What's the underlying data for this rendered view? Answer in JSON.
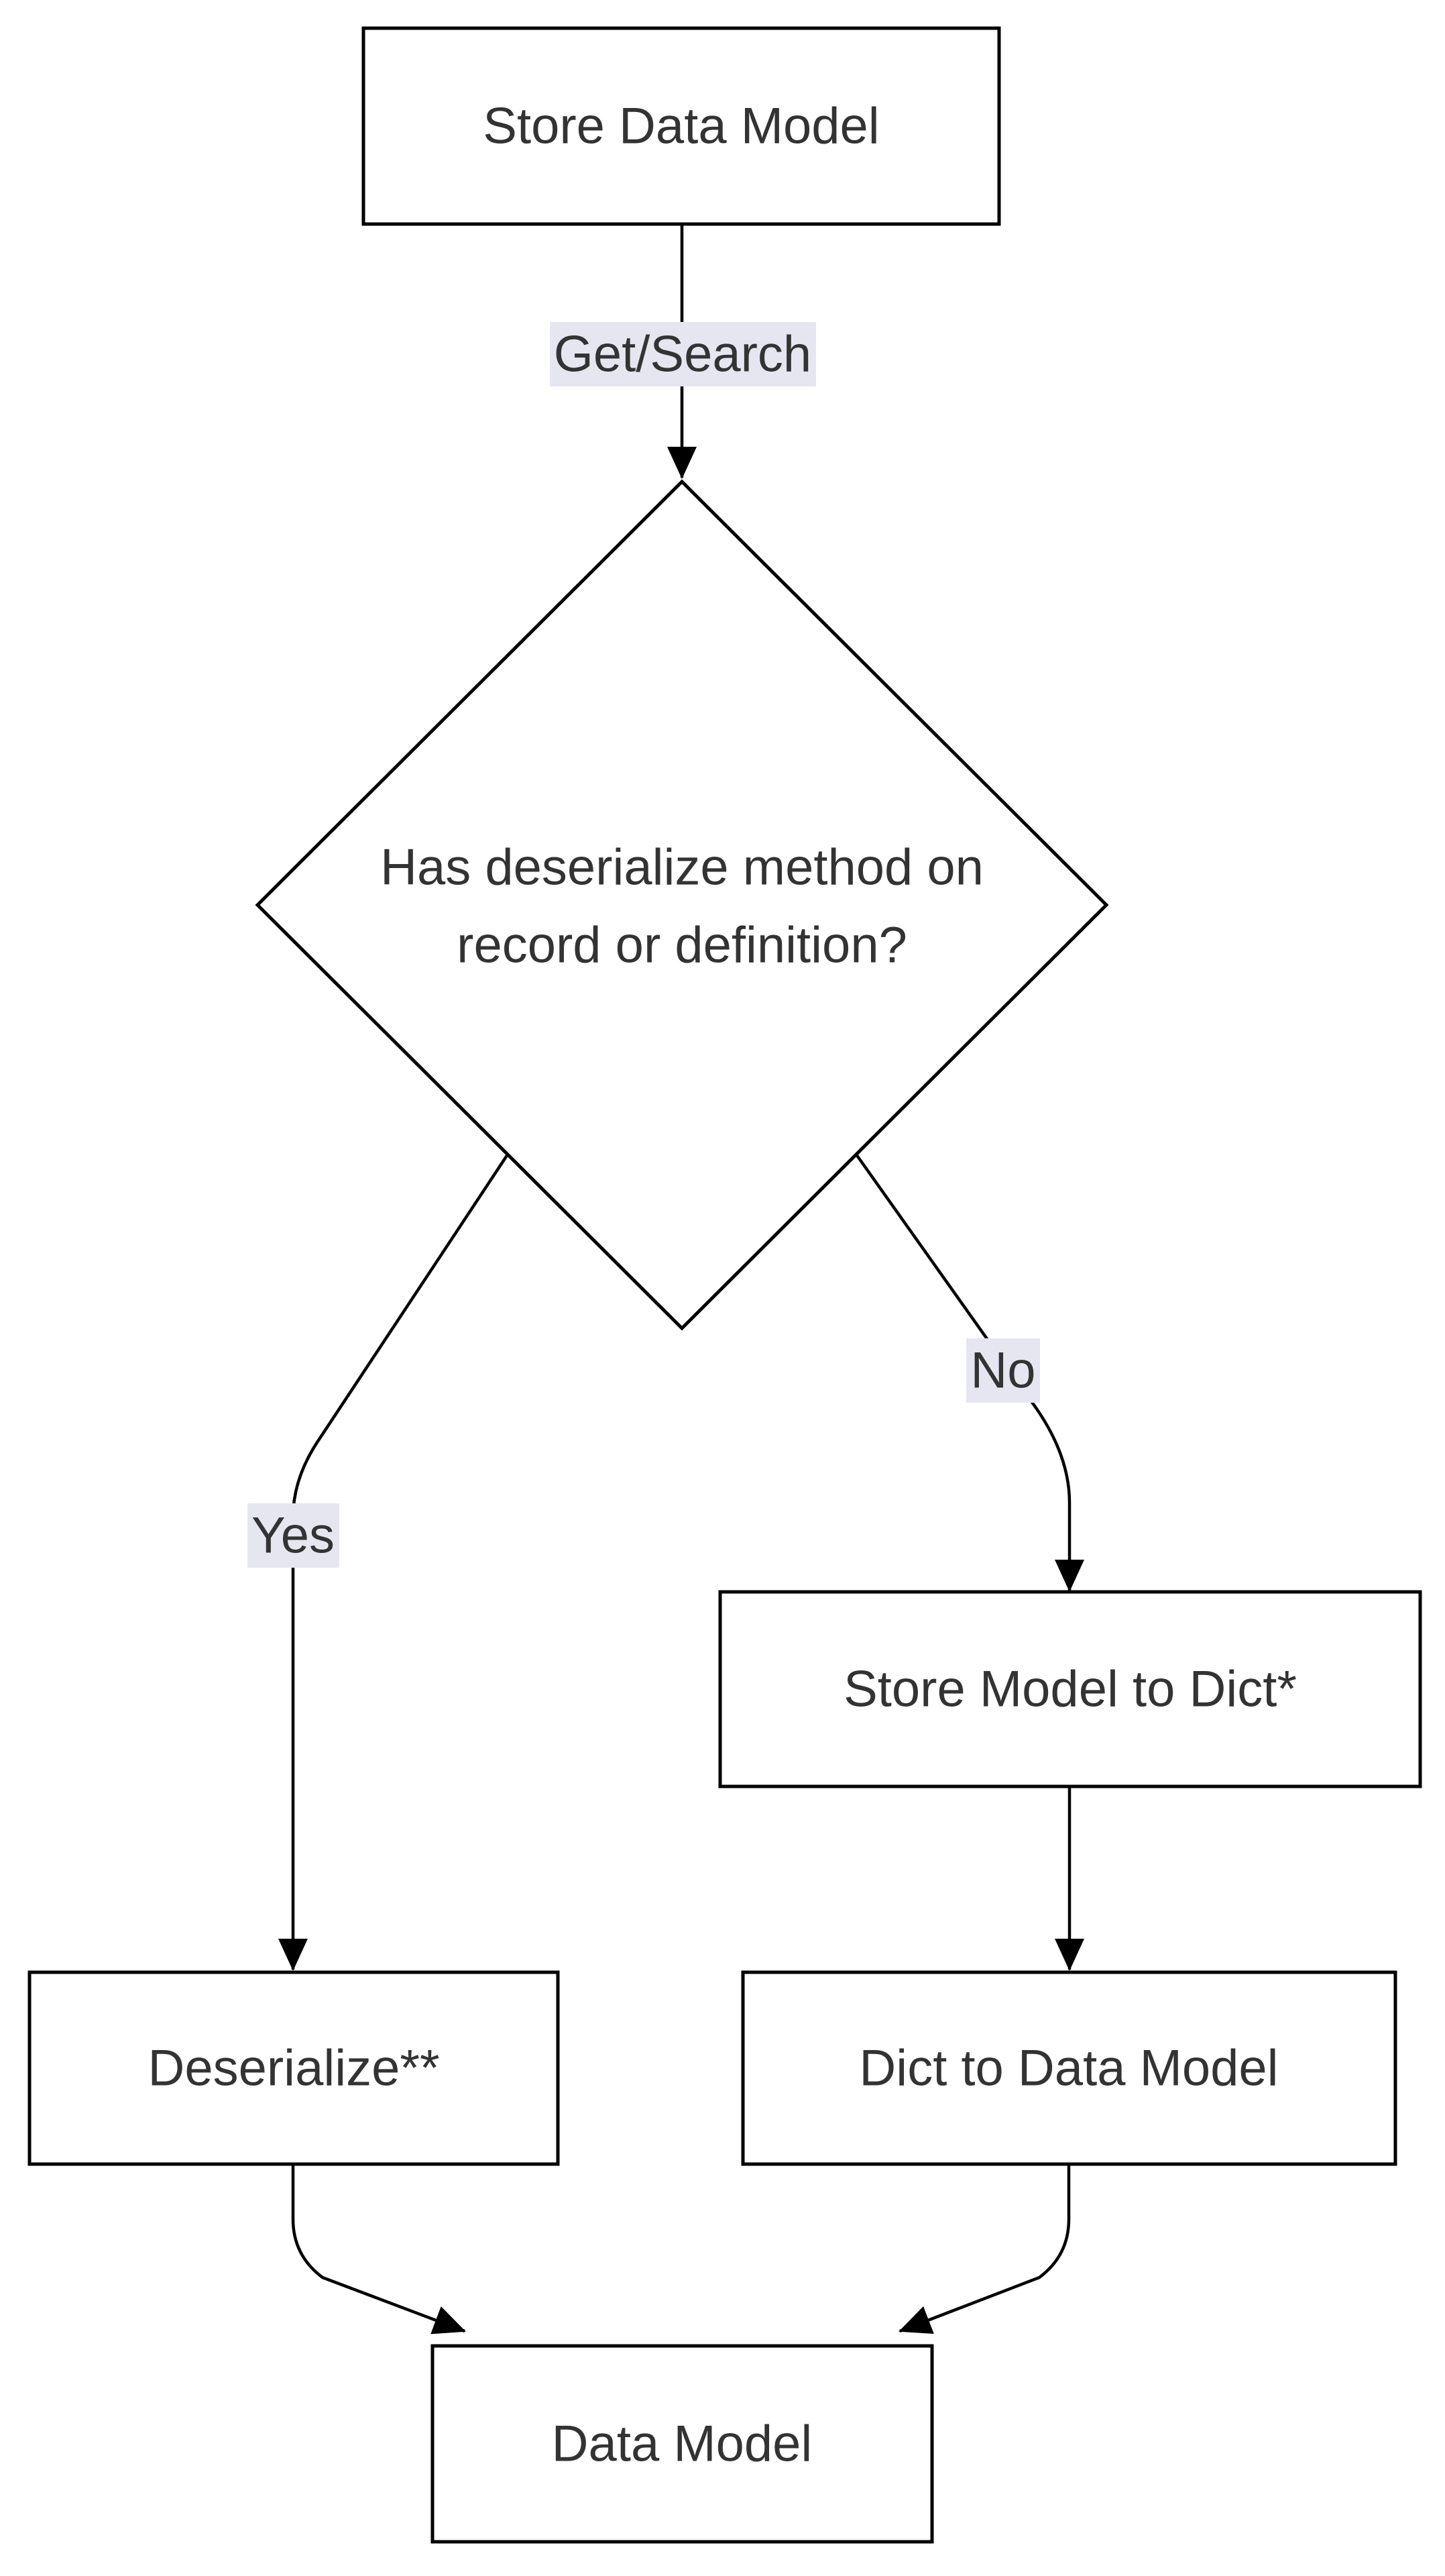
{
  "diagram": {
    "type": "flowchart",
    "direction": "top-down",
    "nodes": {
      "store_data_model": {
        "label": "Store Data Model",
        "shape": "rectangle"
      },
      "decision": {
        "label_line1": "Has deserialize method on",
        "label_line2": "record or definition?",
        "shape": "diamond"
      },
      "deserialize": {
        "label": "Deserialize**",
        "shape": "rectangle"
      },
      "store_model_to_dict": {
        "label": "Store Model to Dict*",
        "shape": "rectangle"
      },
      "dict_to_data_model": {
        "label": "Dict to Data Model",
        "shape": "rectangle"
      },
      "data_model": {
        "label": "Data Model",
        "shape": "rectangle"
      }
    },
    "edges": [
      {
        "from": "store_data_model",
        "to": "decision",
        "label": "Get/Search"
      },
      {
        "from": "decision",
        "to": "deserialize",
        "label": "Yes"
      },
      {
        "from": "decision",
        "to": "store_model_to_dict",
        "label": "No"
      },
      {
        "from": "store_model_to_dict",
        "to": "dict_to_data_model",
        "label": ""
      },
      {
        "from": "deserialize",
        "to": "data_model",
        "label": ""
      },
      {
        "from": "dict_to_data_model",
        "to": "data_model",
        "label": ""
      }
    ],
    "colors": {
      "background": "#ffffff",
      "node_fill": "#ffffff",
      "node_border": "#000000",
      "edge_stroke": "#000000",
      "text": "#333333",
      "edge_label_bg": "#e6e6f0"
    }
  }
}
